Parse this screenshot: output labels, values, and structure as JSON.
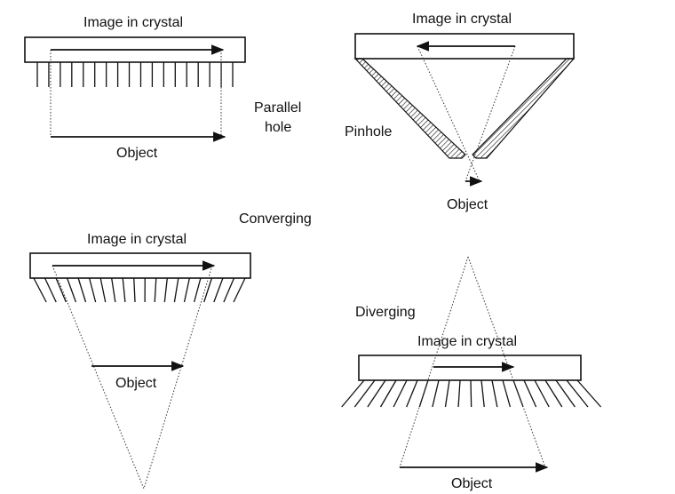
{
  "labels": {
    "image_in_crystal": "Image in crystal",
    "object": "Object",
    "parallel_line1": "Parallel",
    "parallel_line2": "hole",
    "pinhole": "Pinhole",
    "converging": "Converging",
    "diverging": "Diverging"
  },
  "colors": {
    "line": "#111111",
    "background": "#ffffff"
  }
}
